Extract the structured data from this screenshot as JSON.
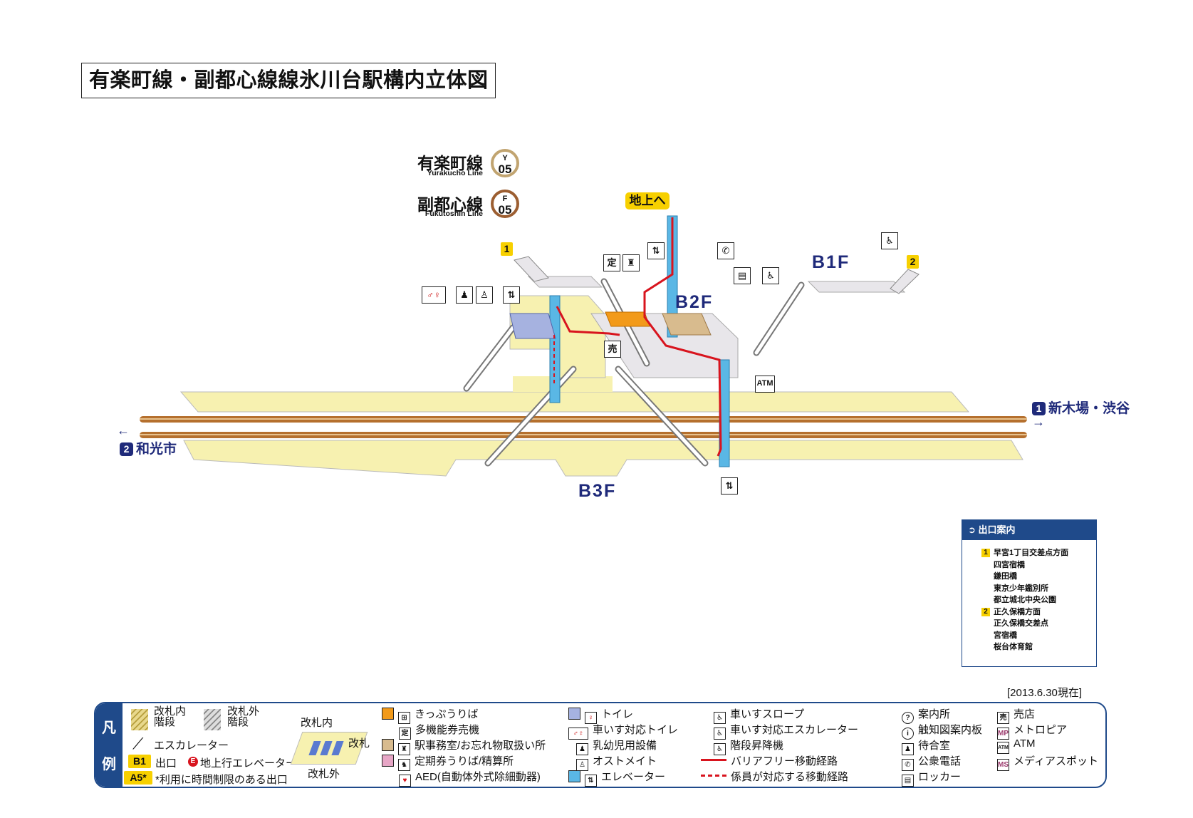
{
  "title": "有楽町線・副都心線線氷川台駅構内立体図",
  "lines": [
    {
      "jp": "有楽町線",
      "en": "Yurakucho Line",
      "letter": "Y",
      "num": "05",
      "color": "#c1a470"
    },
    {
      "jp": "副都心線",
      "en": "Fukutoshin Line",
      "letter": "F",
      "num": "05",
      "color": "#9c5e31"
    }
  ],
  "floors": {
    "b1": "B1F",
    "b2": "B2F",
    "b3": "B3F"
  },
  "to_ground": "地上へ",
  "exits": {
    "exit1": "1",
    "exit2": "2"
  },
  "directions": {
    "right": {
      "num": "1",
      "text": "新木場・渋谷"
    },
    "left": {
      "num": "2",
      "text": "和光市"
    }
  },
  "map_icons": {
    "atm": "ATM",
    "teiki": "定",
    "shop": "売"
  },
  "exit_guide": {
    "heading": "出口案内",
    "groups": [
      {
        "num": "1",
        "places": [
          "早宮1丁目交差点方面",
          "四宮宿橋",
          "鎌田橋",
          "東京少年鑑別所",
          "都立城北中央公園"
        ]
      },
      {
        "num": "2",
        "places": [
          "正久保橋方面",
          "正久保橋交差点",
          "宮宿橋",
          "桜台体育館"
        ]
      }
    ]
  },
  "date": "[2013.6.30現在]",
  "legend": {
    "tab": [
      "凡",
      "例"
    ],
    "col1": {
      "stairs_in": "改札内\n階段",
      "stairs_out": "改札外\n階段",
      "escalator": "エスカレーター",
      "exit_tag": "B1",
      "exit_label": "出口",
      "e_mark": "E",
      "exit_elev": "地上行エレベーター",
      "limited_tag": "A5*",
      "limited_label": "*利用に時間制限のある出口"
    },
    "gate": {
      "inside": "改札内",
      "gate": "改札",
      "outside": "改札外"
    },
    "col3": [
      "きっぷうりば",
      "多機能券売機",
      "駅事務室/お忘れ物取扱い所",
      "定期券うりば/精算所",
      "AED(自動体外式除細動器)"
    ],
    "col4": [
      "トイレ",
      "車いす対応トイレ",
      "乳幼児用設備",
      "オストメイト",
      "エレベーター"
    ],
    "col5": [
      "車いすスロープ",
      "車いす対応エスカレーター",
      "階段昇降機",
      "バリアフリー移動経路",
      "係員が対応する移動経路"
    ],
    "col6": [
      "案内所",
      "触知図案内板",
      "待合室",
      "公衆電話",
      "ロッカー"
    ],
    "col7": [
      {
        "ico": "売",
        "label": "売店"
      },
      {
        "ico": "MP",
        "label": "メトロピア"
      },
      {
        "ico": "ATM",
        "label": "ATM"
      },
      {
        "ico": "MS",
        "label": "メディアスポット"
      }
    ]
  },
  "colors": {
    "floor": "#f7f1b0",
    "platform_line": "#b5702e",
    "concourse": "#e8e6ea",
    "route": "#d8141e",
    "elevator": "#5ab7e5",
    "accent": "#1f4a8a"
  }
}
